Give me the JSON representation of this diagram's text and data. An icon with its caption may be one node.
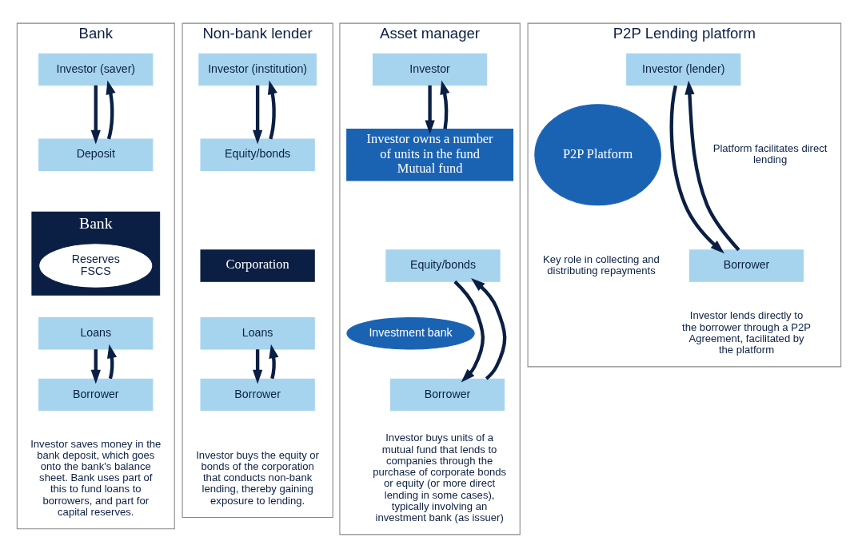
{
  "diagram": {
    "nodes": [
      {
        "text": [
          "Bank"
        ]
      },
      {
        "text": [
          "Investor (saver)"
        ],
        "in": 0
      },
      {
        "text": [
          "Deposit"
        ],
        "in": 0
      },
      {
        "text": [
          "Bank"
        ],
        "in": 0
      },
      {
        "text": [
          "Reserves",
          "FSCS"
        ],
        "in": 3
      },
      {
        "text": [
          "Loans"
        ],
        "in": 0
      },
      {
        "text": [
          "Borrower"
        ],
        "in": 0
      },
      {
        "text": [
          "Non-bank lender"
        ]
      },
      {
        "text": [
          "Investor (institution)"
        ],
        "in": 7
      },
      {
        "text": [
          "Equity/bonds"
        ],
        "in": 7
      },
      {
        "text": [
          "Corporation"
        ],
        "in": 7
      },
      {
        "text": [
          "Loans"
        ],
        "in": 7
      },
      {
        "text": [
          "Borrower"
        ],
        "in": 7
      },
      {
        "text": [
          "Asset manager"
        ]
      },
      {
        "text": [
          "Investor"
        ],
        "in": 13
      },
      {
        "text": [
          "Investor owns a number of units in the fund",
          "Mutual fund"
        ],
        "in": 13
      },
      {
        "text": [
          "Equity/bonds"
        ],
        "in": 13
      },
      {
        "text": [
          "Investment bank"
        ],
        "in": 13
      },
      {
        "text": [
          "Borrower"
        ],
        "in": 13
      },
      {
        "text": [
          "P2P Lending platform"
        ]
      },
      {
        "text": [
          "Investor (lender)"
        ],
        "in": 19
      },
      {
        "text": [
          "P2P Platform"
        ],
        "in": 19
      },
      {
        "text": [
          "Borrower"
        ],
        "in": 19
      }
    ],
    "edges": [
      {
        "from": 1,
        "to": 2,
        "arrow": "to"
      },
      {
        "from": 2,
        "to": 1,
        "arrow": "to"
      },
      {
        "from": 5,
        "to": 6,
        "arrow": "to"
      },
      {
        "from": 6,
        "to": 5,
        "arrow": "to"
      },
      {
        "from": 8,
        "to": 9,
        "arrow": "to"
      },
      {
        "from": 9,
        "to": 8,
        "arrow": "to"
      },
      {
        "from": 11,
        "to": 12,
        "arrow": "to"
      },
      {
        "from": 12,
        "to": 11,
        "arrow": "to"
      },
      {
        "from": 14,
        "to": 15,
        "arrow": "to"
      },
      {
        "from": 15,
        "to": 14,
        "arrow": "to"
      },
      {
        "from": 16,
        "to": 18,
        "arrow": "to"
      },
      {
        "from": 18,
        "to": 16,
        "arrow": "to"
      },
      {
        "from": 20,
        "to": 22,
        "arrow": "to"
      },
      {
        "from": 22,
        "to": 20,
        "arrow": "to"
      }
    ],
    "labels": [
      "Platform facilitates direct lending",
      "Key role in collecting and distributing repayments",
      "Investor saves money in the bank deposit, which goes onto the bank's balance sheet. Bank uses part of this to fund loans to borrowers, and part for capital reserves.",
      "Investor buys the equity or bonds of the corporation that conducts non-bank lending, thereby gaining exposure to lending.",
      "Investor buys units of a mutual fund that lends to companies through the purchase of corporate bonds or equity (or more direct lending in some cases), typically involving an investment bank (as issuer)",
      "Investor lends directly to the borrower through a P2P Agreement, facilitated by the platform"
    ]
  }
}
